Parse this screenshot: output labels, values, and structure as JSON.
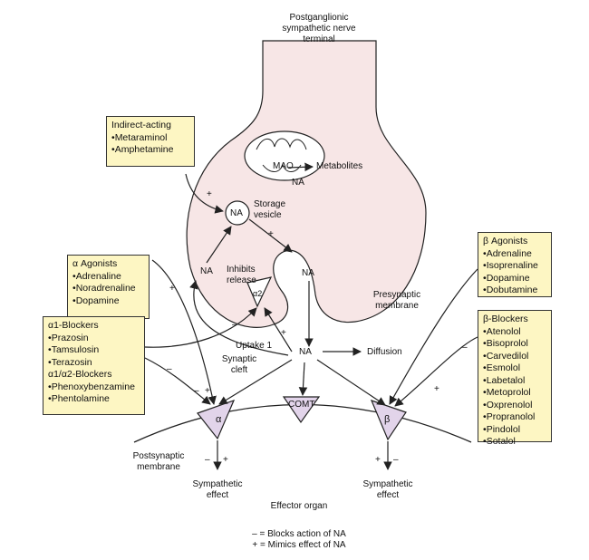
{
  "nerve_terminal_label": [
    "Postganglionic",
    "sympathetic nerve",
    "terminal"
  ],
  "mao_label": "MAO",
  "metabolites_label": "Metabolites",
  "na_label": "NA",
  "storage_vesicle_label": [
    "Storage",
    "vesicle"
  ],
  "inhibits_release_label": [
    "Inhibits",
    "release"
  ],
  "alpha2_label": "α2",
  "presynaptic_membrane_label": [
    "Presynaptic",
    "membrane"
  ],
  "uptake_label": "Uptake 1",
  "synaptic_cleft_label": [
    "Synaptic",
    "cleft"
  ],
  "diffusion_label": "Diffusion",
  "comt_label": "COMT",
  "alpha_receptor_label": "α",
  "beta_receptor_label": "β",
  "postsynaptic_membrane_label": [
    "Postsynaptic",
    "membrane"
  ],
  "sympathetic_effect_label": [
    "Sympathetic",
    "effect"
  ],
  "effector_organ_label": "Effector organ",
  "plus": "+",
  "minus": "–",
  "indirect_acting": {
    "title": "Indirect-acting",
    "items": [
      "Metaraminol",
      "Amphetamine"
    ]
  },
  "alpha_agonists": {
    "title": "α Agonists",
    "items": [
      "Adrenaline",
      "Noradrenaline",
      "Dopamine"
    ]
  },
  "alpha_blockers": {
    "title": "α1-Blockers",
    "items": [
      "Prazosin",
      "Tamsulosin",
      "Terazosin"
    ],
    "title2": "α1/α2-Blockers",
    "items2": [
      "Phenoxybenzamine",
      "Phentolamine"
    ]
  },
  "beta_agonists": {
    "title": "β Agonists",
    "items": [
      "Adrenaline",
      "Isoprenaline",
      "Dopamine",
      "Dobutamine"
    ]
  },
  "beta_blockers": {
    "title": "β-Blockers",
    "items": [
      "Atenolol",
      "Bisoprolol",
      "Carvedilol",
      "Esmolol",
      "Labetalol",
      "Metoprolol",
      "Oxprenolol",
      "Propranolol",
      "Pindolol",
      "Sotalol"
    ]
  },
  "legend": {
    "blocks": "– = Blocks action of NA",
    "mimics": "+ = Mimics effect of NA"
  },
  "colors": {
    "terminal_fill": "#f7e6e6",
    "box_fill": "#fdf6c3",
    "receptor_fill": "#e2d4ea",
    "line": "#222222"
  }
}
